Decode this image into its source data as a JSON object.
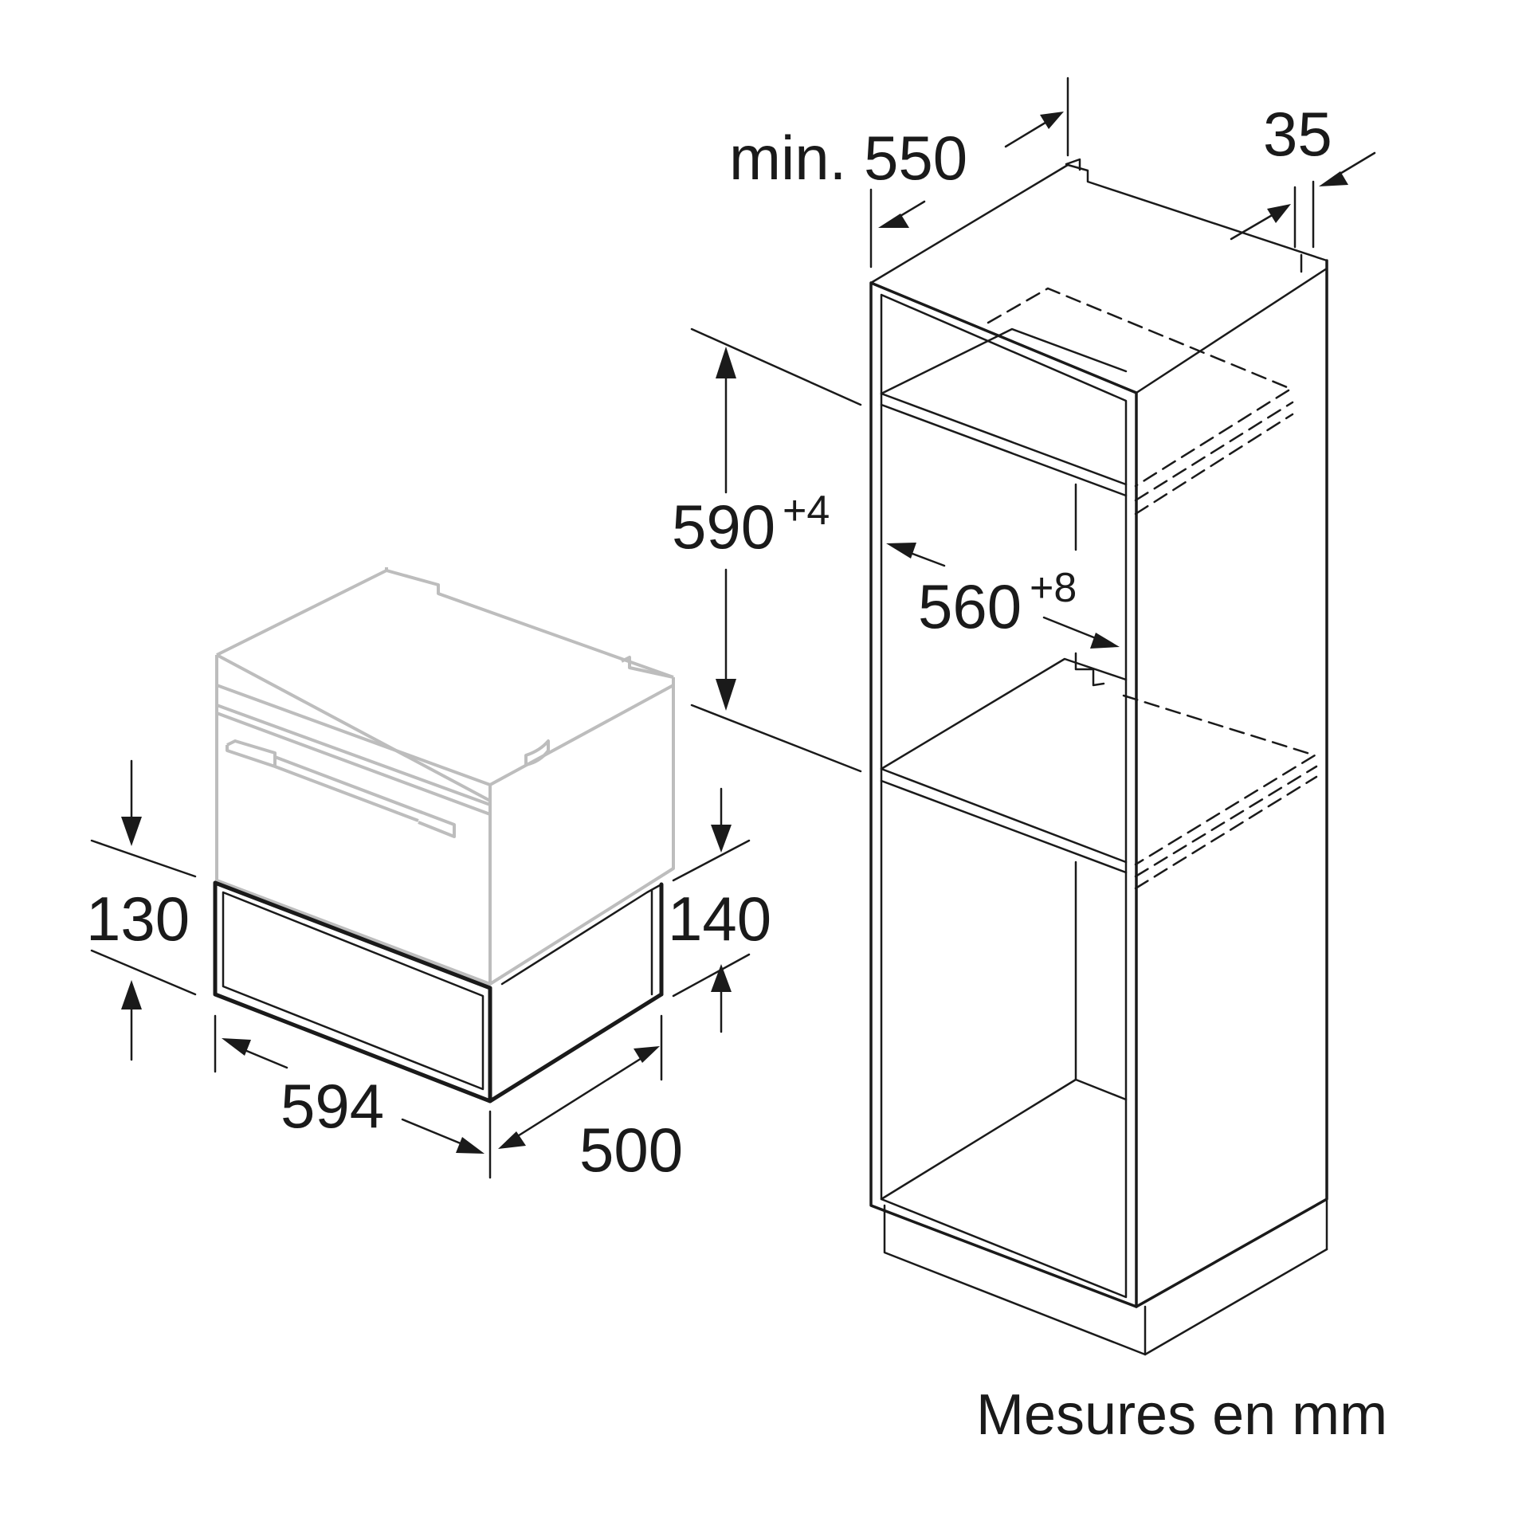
{
  "diagram": {
    "labels": {
      "cabinet_depth": "min. 550",
      "back_clearance": "35",
      "niche_height": "590",
      "niche_height_tolerance": "+4",
      "niche_width": "560",
      "niche_width_tolerance": "+8",
      "drawer_height_front": "130",
      "drawer_height_side": "140",
      "drawer_width": "594",
      "drawer_depth": "500",
      "unit_note": "Mesures en mm"
    }
  }
}
